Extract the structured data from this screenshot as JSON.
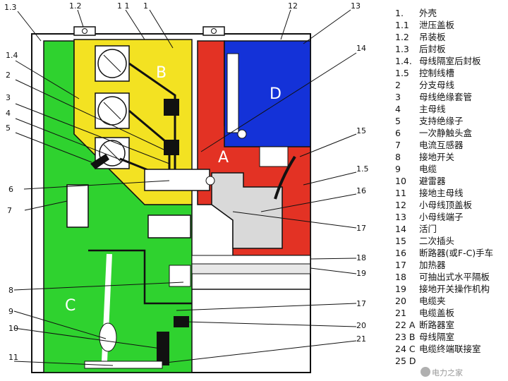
{
  "callouts": {
    "n1_3": "1.3",
    "n1_2": "1.2",
    "n11_top": "1 1",
    "n1_top": "1",
    "n12": "12",
    "n13": "13",
    "n14": "14",
    "n1_4": "1.4",
    "n2": "2",
    "n3": "3",
    "n4": "4",
    "n5": "5",
    "n6": "6",
    "n7": "7",
    "n8": "8",
    "n9": "9",
    "n10": "10",
    "n11": "11",
    "n15": "15",
    "n1_5": "1.5",
    "n16": "16",
    "n17a": "17",
    "n18": "18",
    "n19": "19",
    "n17b": "17",
    "n20": "20",
    "n21": "21"
  },
  "zones": {
    "A": "A",
    "B": "B",
    "C": "C",
    "D": "D"
  },
  "colors": {
    "yellow": "#f3e222",
    "green": "#2fd22f",
    "red": "#e33224",
    "blue": "#1432d8",
    "outline": "#111111",
    "grey": "#d9d9d9"
  },
  "legend": [
    {
      "num": "1.",
      "text": "外壳"
    },
    {
      "num": "1.1",
      "text": "泄压盖板"
    },
    {
      "num": "1.2",
      "text": "吊装板"
    },
    {
      "num": "1.3",
      "text": "后封板"
    },
    {
      "num": "1.4.",
      "text": "母线隔室后封板"
    },
    {
      "num": "1.5",
      "text": "控制线槽"
    },
    {
      "num": "2",
      "text": "分支母线"
    },
    {
      "num": "3",
      "text": "母线绝缘套管"
    },
    {
      "num": "4",
      "text": "主母线"
    },
    {
      "num": "5",
      "text": "支持绝缘子"
    },
    {
      "num": "6",
      "text": "一次静触头盒"
    },
    {
      "num": "7",
      "text": "电流互感器"
    },
    {
      "num": "8",
      "text": "接地开关"
    },
    {
      "num": "9",
      "text": "电缆"
    },
    {
      "num": "10",
      "text": "避雷器"
    },
    {
      "num": "11",
      "text": "接地主母线"
    },
    {
      "num": "12",
      "text": "小母线顶盖板"
    },
    {
      "num": "13",
      "text": "小母线端子"
    },
    {
      "num": "14",
      "text": "活门"
    },
    {
      "num": "15",
      "text": "二次插头"
    },
    {
      "num": "16",
      "text": "断路器(或F-C)手车"
    },
    {
      "num": "17",
      "text": "加热器"
    },
    {
      "num": "18",
      "text": "可抽出式水平隔板"
    },
    {
      "num": "19",
      "text": "接地开关操作机构"
    },
    {
      "num": "20",
      "text": "电缆夹"
    },
    {
      "num": "21",
      "text": "电缆盖板"
    },
    {
      "num": "22 A",
      "text": "断路器室"
    },
    {
      "num": "23 B",
      "text": "母线隔室"
    },
    {
      "num": "24 C",
      "text": "电缆终端联接室"
    },
    {
      "num": "25 D",
      "text": ""
    }
  ],
  "watermark": "电力之家"
}
